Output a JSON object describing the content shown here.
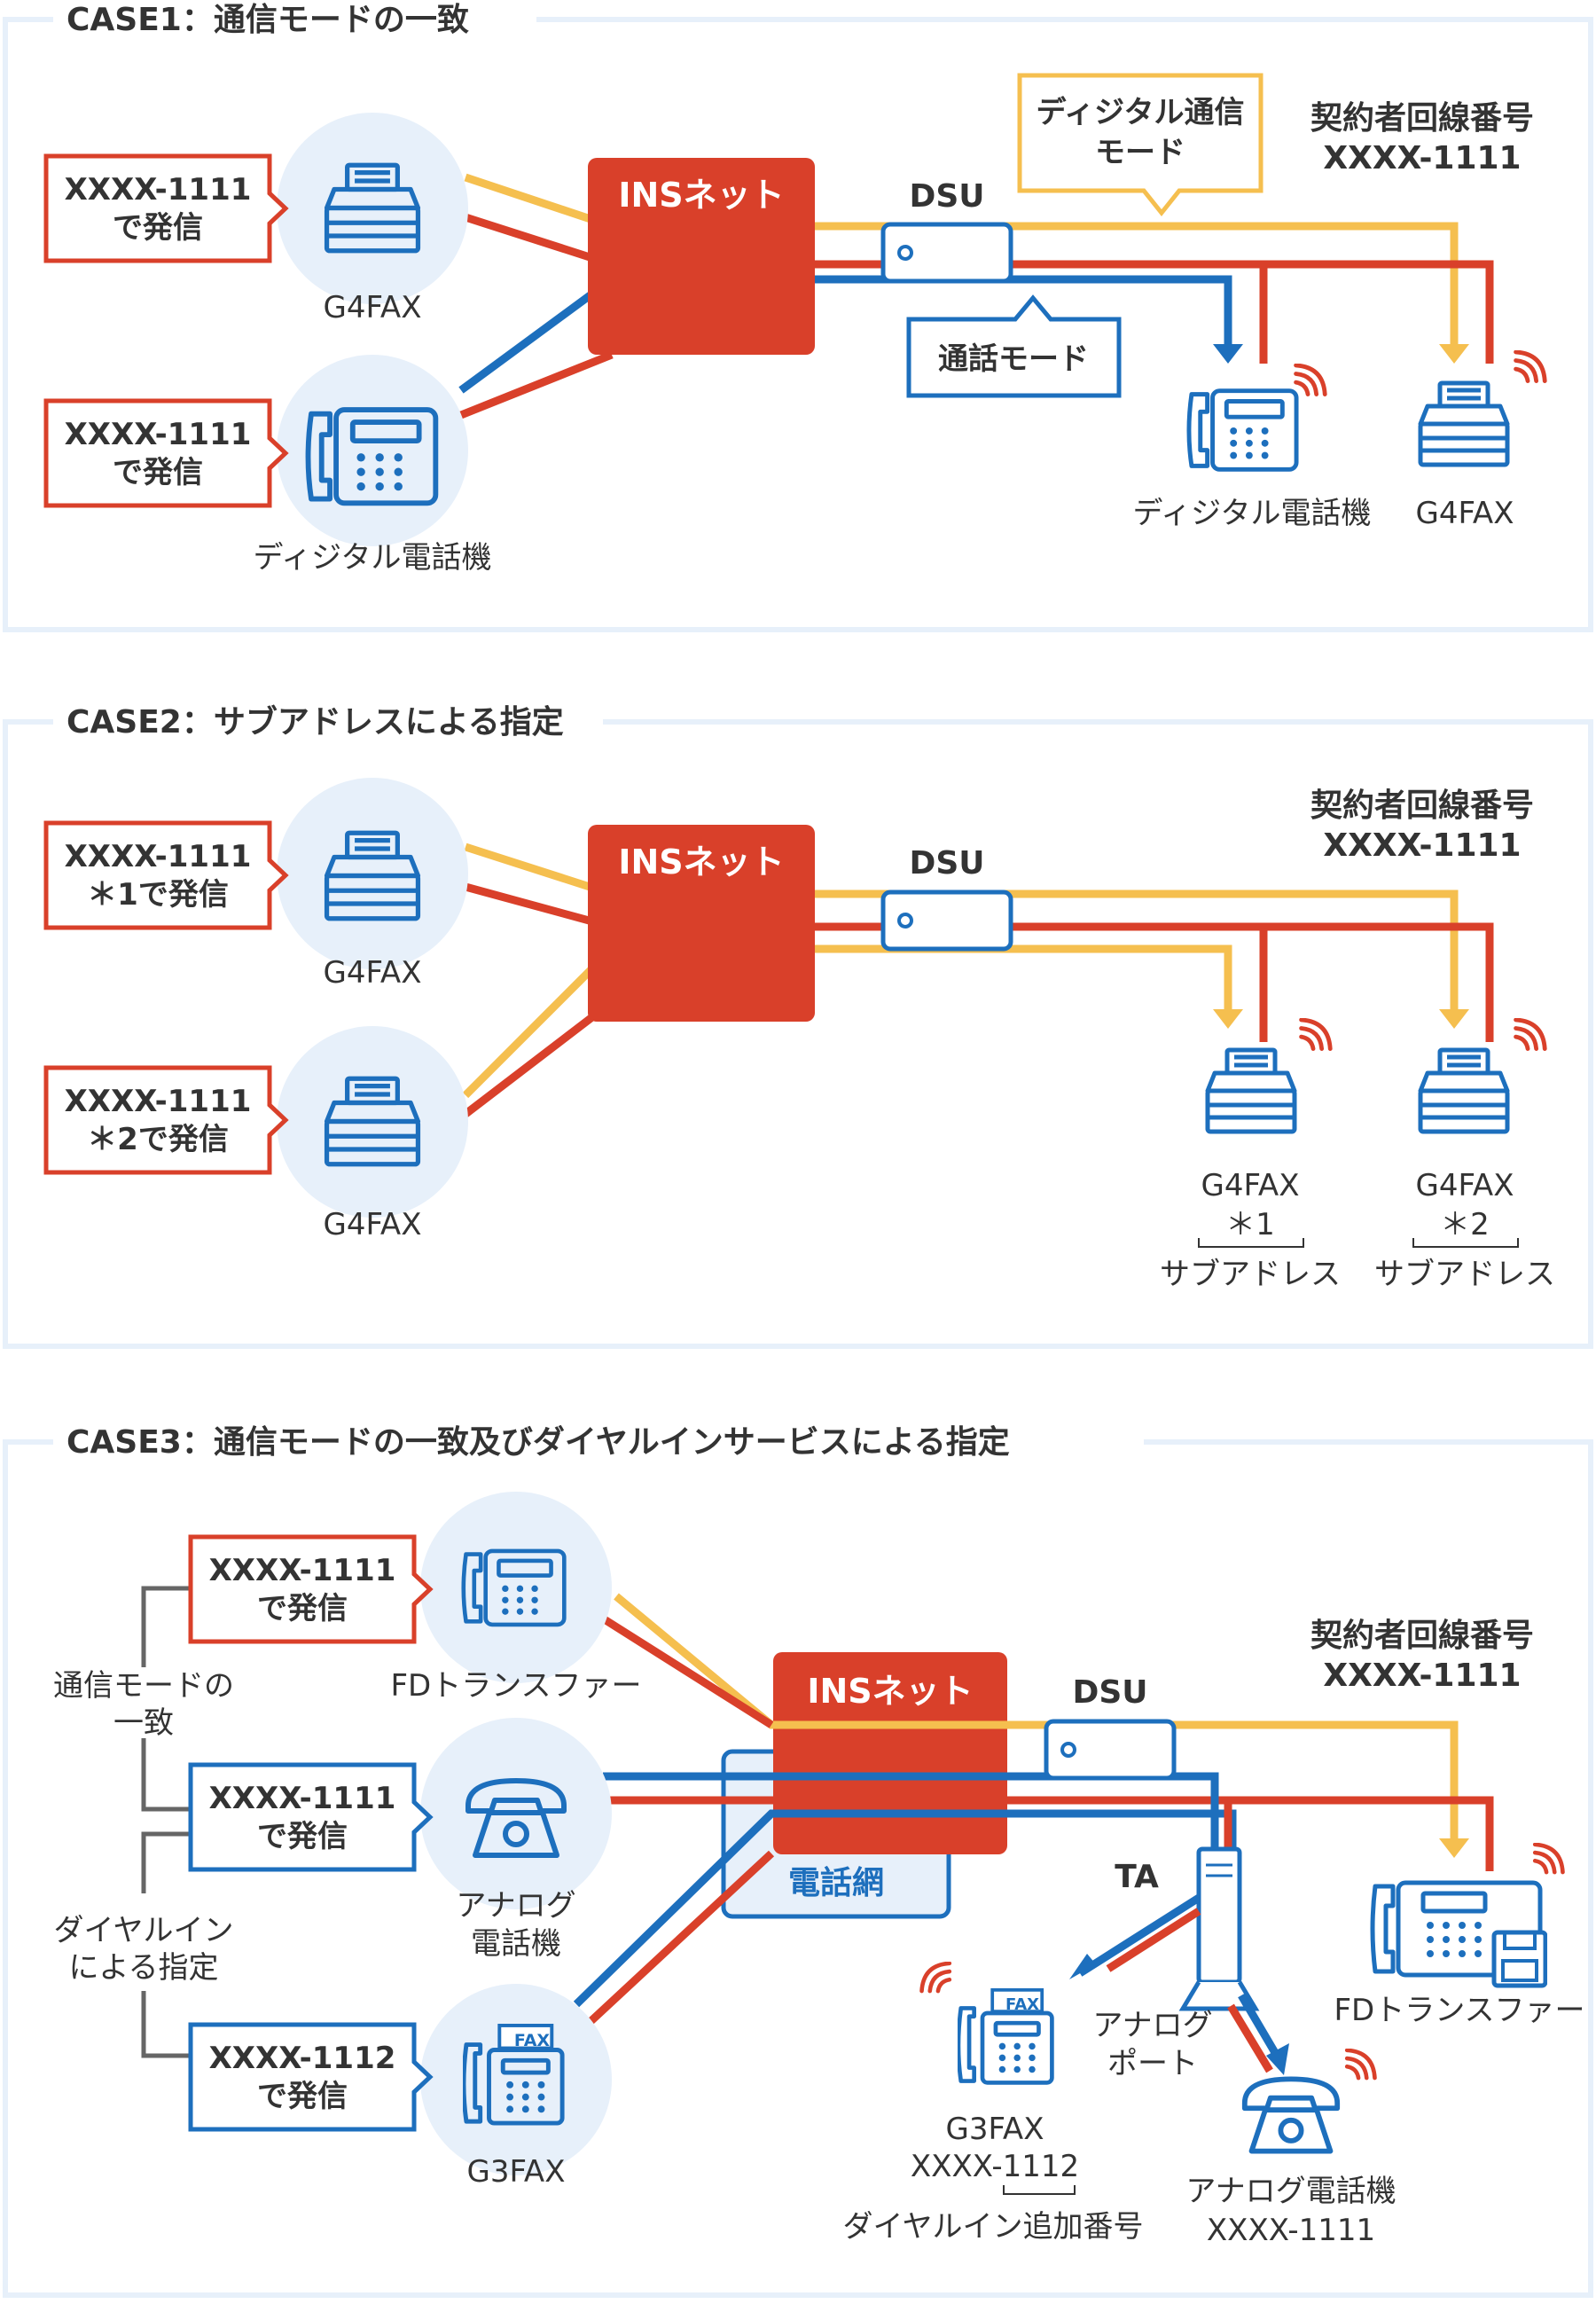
{
  "colors": {
    "red": "#d9402a",
    "blue": "#1d6fbd",
    "yellow": "#f5bf4f",
    "gray": "#666666",
    "panel_border": "#e7f0fa",
    "device_circle": "#e7f0fa"
  },
  "case1": {
    "title": "CASE1：通信モードの一致",
    "contract_line1": "契約者回線番号",
    "contract_line2": "XXXX-1111",
    "ins": "INSネット",
    "dsu": "DSU",
    "mode_box_line1": "ディジタル通信",
    "mode_box_line2": "モード",
    "talk_box": "通話モード",
    "left": [
      {
        "box_line1": "XXXX-1111",
        "box_line2": "で発信",
        "device": "G4FAX",
        "icon": "fax-icon"
      },
      {
        "box_line1": "XXXX-1111",
        "box_line2": "で発信",
        "device": "ディジタル電話機",
        "icon": "phone-icon"
      }
    ],
    "right": [
      {
        "label": "ディジタル電話機",
        "icon": "phone-icon"
      },
      {
        "label": "G4FAX",
        "icon": "fax-icon"
      }
    ]
  },
  "case2": {
    "title": "CASE2：サブアドレスによる指定",
    "contract_line1": "契約者回線番号",
    "contract_line2": "XXXX-1111",
    "ins": "INSネット",
    "dsu": "DSU",
    "left": [
      {
        "box_line1": "XXXX-1111",
        "box_line2": "＊1で発信",
        "device": "G4FAX",
        "icon": "fax-icon"
      },
      {
        "box_line1": "XXXX-1111",
        "box_line2": "＊2で発信",
        "device": "G4FAX",
        "icon": "fax-icon"
      }
    ],
    "right": [
      {
        "label": "G4FAX",
        "sub": "＊1",
        "sub_caption": "サブアドレス",
        "icon": "fax-icon"
      },
      {
        "label": "G4FAX",
        "sub": "＊2",
        "sub_caption": "サブアドレス",
        "icon": "fax-icon"
      }
    ]
  },
  "case3": {
    "title": "CASE3：通信モードの一致及びダイヤルインサービスによる指定",
    "contract_line1": "契約者回線番号",
    "contract_line2": "XXXX-1111",
    "ins": "INSネット",
    "net": "電話網",
    "dsu": "DSU",
    "ta": "TA",
    "bracket1_line1": "通信モードの",
    "bracket1_line2": "一致",
    "bracket2_line1": "ダイヤルイン",
    "bracket2_line2": "による指定",
    "left": [
      {
        "box_line1": "XXXX-1111",
        "box_line2": "で発信",
        "device": "FDトランスファー",
        "icon": "phone-icon"
      },
      {
        "box_line1": "XXXX-1111",
        "box_line2": "で発信",
        "device_line1": "アナログ",
        "device_line2": "電話機",
        "icon": "analog-phone-icon"
      },
      {
        "box_line1": "XXXX-1112",
        "box_line2": "で発信",
        "device": "G3FAX",
        "icon": "g3fax-icon"
      }
    ],
    "port_line1": "アナログ",
    "port_line2": "ポート",
    "g3fax_label": "G3FAX",
    "g3fax_number": "XXXX-1112",
    "g3fax_caption": "ダイヤルイン追加番号",
    "analog_label": "アナログ電話機",
    "analog_number": "XXXX-1111",
    "fd_label": "FDトランスファー",
    "fax_glyph": "FAX"
  }
}
